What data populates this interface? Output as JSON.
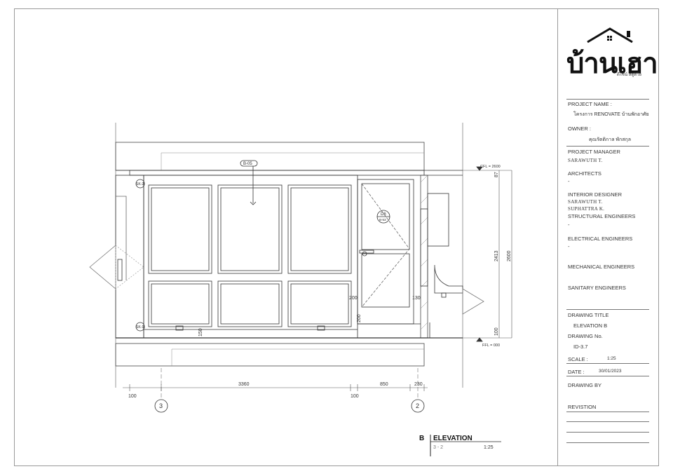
{
  "logo": {
    "brand": "บ้านเฮา",
    "sub": "ดีไซน์ สตูดิโอ"
  },
  "title_block": {
    "project_name_label": "PROJECT NAME :",
    "project_name": "โครงการ RENOVATE บ้านพักอาศัย",
    "owner_label": "OWNER :",
    "owner": "คุณรัตติกาล พักสกุล",
    "project_manager_label": "PROJECT MANAGER",
    "project_manager": "SARAWUTH T.",
    "architects_label": "ARCHITECTS",
    "architects_value": "-",
    "interior_designer_label": "INTERIOR DESIGNER",
    "interior_designer_1": "SARAWUTH T.",
    "interior_designer_2": "SUPHATTRA K.",
    "structural_label": "STRUCTURAL ENGINEERS",
    "structural_value": "-",
    "electrical_label": "ELECTRICAL ENGINEERS",
    "electrical_value": "-",
    "mechanical_label": "MECHANICAL ENGINEERS",
    "sanitary_label": "SANITARY ENGINEERS",
    "drawing_title_label": "DRAWING TITLE",
    "drawing_title": "ELEVATION B",
    "drawing_no_label": "DRAWING No.",
    "drawing_no": "ID-3.7",
    "scale_label": "SCALE :",
    "scale": "1:25",
    "date_label": "DATE :",
    "date": "30/01/2023",
    "drawing_by_label": "DRAWING BY",
    "revision_label": "REVISTION"
  },
  "drawing": {
    "tags": {
      "b05": "B-05",
      "d6_top": "D6",
      "d6_bottom": "B-53",
      "sk2": "SK-2",
      "sk1": "SK-1"
    },
    "level_top": "CFL = 2600",
    "level_bottom": "FFL = 000",
    "dims_horizontal": [
      "100",
      "3360",
      "100",
      "850",
      "230"
    ],
    "dims_vertical": [
      "87",
      "2413",
      "2600",
      "100"
    ],
    "dims_door": [
      "130",
      "200",
      "200",
      "150"
    ],
    "grid_left": "3",
    "grid_right": "2"
  },
  "elevation_title": {
    "letter": "B",
    "title": "ELEVATION",
    "ref": "3 - 2",
    "scale": "1:25"
  }
}
